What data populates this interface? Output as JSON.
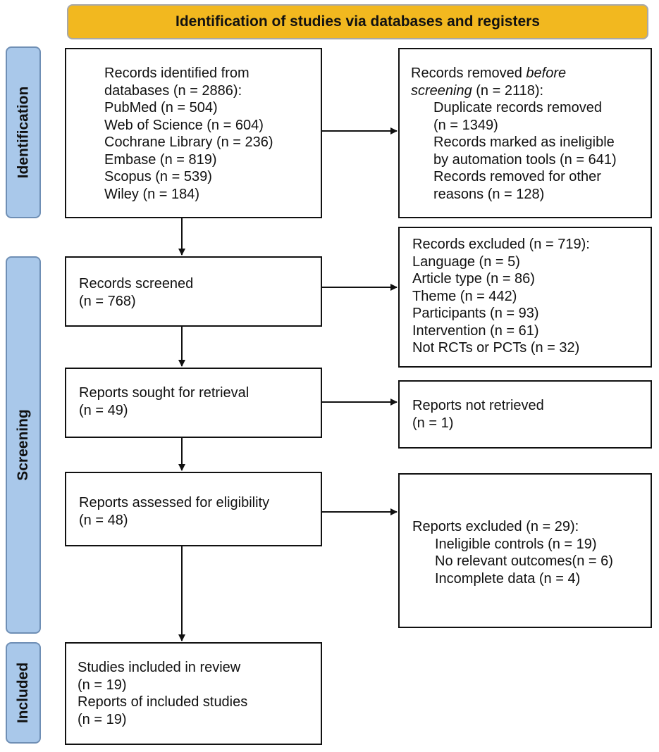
{
  "header": {
    "title": "Identification of studies via databases and registers"
  },
  "phases": {
    "identification": "Identification",
    "screening": "Screening",
    "included": "Included"
  },
  "boxes": {
    "records_identified": {
      "lines": [
        "Records identified from",
        "databases (n = 2886):",
        "PubMed (n = 504)",
        "Web of Science (n = 604)",
        "Cochrane Library (n = 236)",
        "Embase (n = 819)",
        "Scopus (n = 539)",
        "Wiley (n = 184)"
      ]
    },
    "records_removed": {
      "title_pre": "Records removed ",
      "title_em": "before",
      "title_em2": "screening",
      "title_post": " (n = 2118):",
      "items": [
        "Duplicate records removed",
        "(n = 1349)",
        "Records marked as ineligible",
        "by automation tools (n = 641)",
        "Records removed for other",
        "reasons (n = 128)"
      ]
    },
    "records_screened": {
      "lines": [
        "Records screened",
        "(n = 768)"
      ]
    },
    "records_excluded": {
      "lines": [
        "Records excluded (n = 719):",
        "Language (n = 5)",
        "Article type (n = 86)",
        "Theme (n = 442)",
        "Participants (n = 93)",
        "Intervention (n = 61)",
        "Not RCTs or PCTs (n = 32)"
      ]
    },
    "reports_sought": {
      "lines": [
        "Reports sought for retrieval",
        "(n = 49)"
      ]
    },
    "reports_not_retrieved": {
      "lines": [
        "Reports not retrieved",
        "(n = 1)"
      ]
    },
    "reports_assessed": {
      "lines": [
        "Reports assessed for eligibility",
        "(n = 48)"
      ]
    },
    "reports_excluded": {
      "title": "Reports excluded (n = 29):",
      "items": [
        "Ineligible controls (n = 19)",
        "No relevant outcomes(n = 6)",
        "Incomplete data (n = 4)"
      ]
    },
    "studies_included": {
      "lines": [
        "Studies included in review",
        "(n = 19)",
        "Reports of included studies",
        "(n = 19)"
      ]
    }
  },
  "colors": {
    "header_fill": "#f2b81f",
    "phase_fill": "#a9c8ea",
    "box_border": "#111111"
  }
}
